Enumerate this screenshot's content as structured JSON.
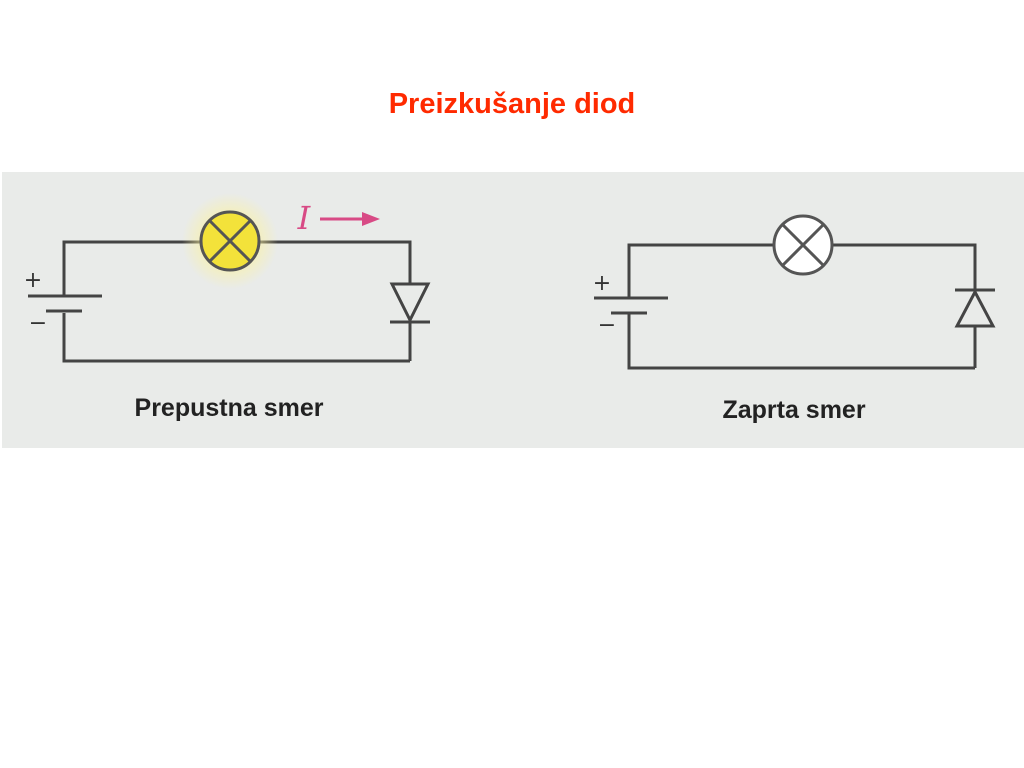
{
  "slide": {
    "title": "Preizkušanje diod"
  },
  "circuits": [
    {
      "caption": "Prepustna smer",
      "battery_plus": "+",
      "battery_minus": "−",
      "current_symbol": "I",
      "lamp_state": "lit",
      "diode_orientation": "forward"
    },
    {
      "caption": "Zaprta smer",
      "battery_plus": "+",
      "battery_minus": "−",
      "lamp_state": "off",
      "diode_orientation": "reverse"
    }
  ],
  "colors": {
    "title": "#ff2a00",
    "wire": "#444444",
    "panel": "#e9ebe9",
    "lamp_lit": "#f3e23a",
    "lamp_glow": "#fbf2a0",
    "current_arrow": "#d84a85",
    "label": "#222222"
  }
}
